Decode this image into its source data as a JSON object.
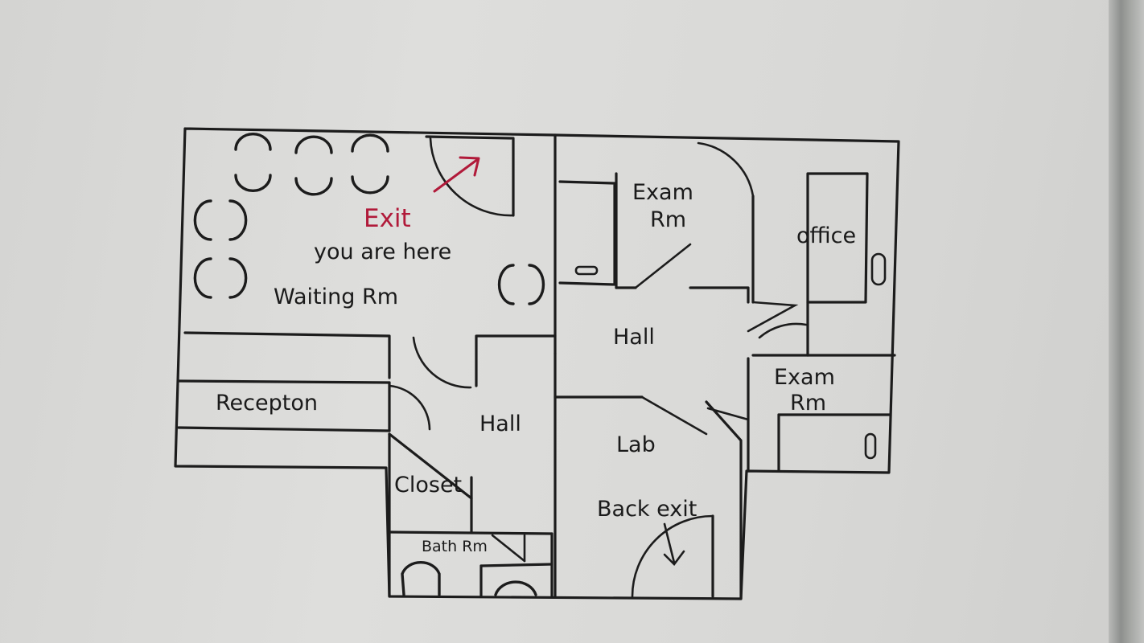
{
  "diagram": {
    "type": "floor-plan",
    "labels": {
      "exit": "Exit",
      "you_are_here": "you are here",
      "waiting_rm": "Waiting Rm",
      "exam_rm_1_line1": "Exam",
      "exam_rm_1_line2": "Rm",
      "office": "office",
      "hall_1": "Hall",
      "exam_rm_2_line1": "Exam",
      "exam_rm_2_line2": "Rm",
      "reception": "Recepton",
      "hall_2": "Hall",
      "lab": "Lab",
      "closet": "Closet",
      "back_exit": "Back exit",
      "bath_rm": "Bath Rm"
    },
    "colors": {
      "ink": "#1c1c1c",
      "exit_marker": "#b11a3a",
      "whiteboard": "#dcdcda"
    }
  }
}
